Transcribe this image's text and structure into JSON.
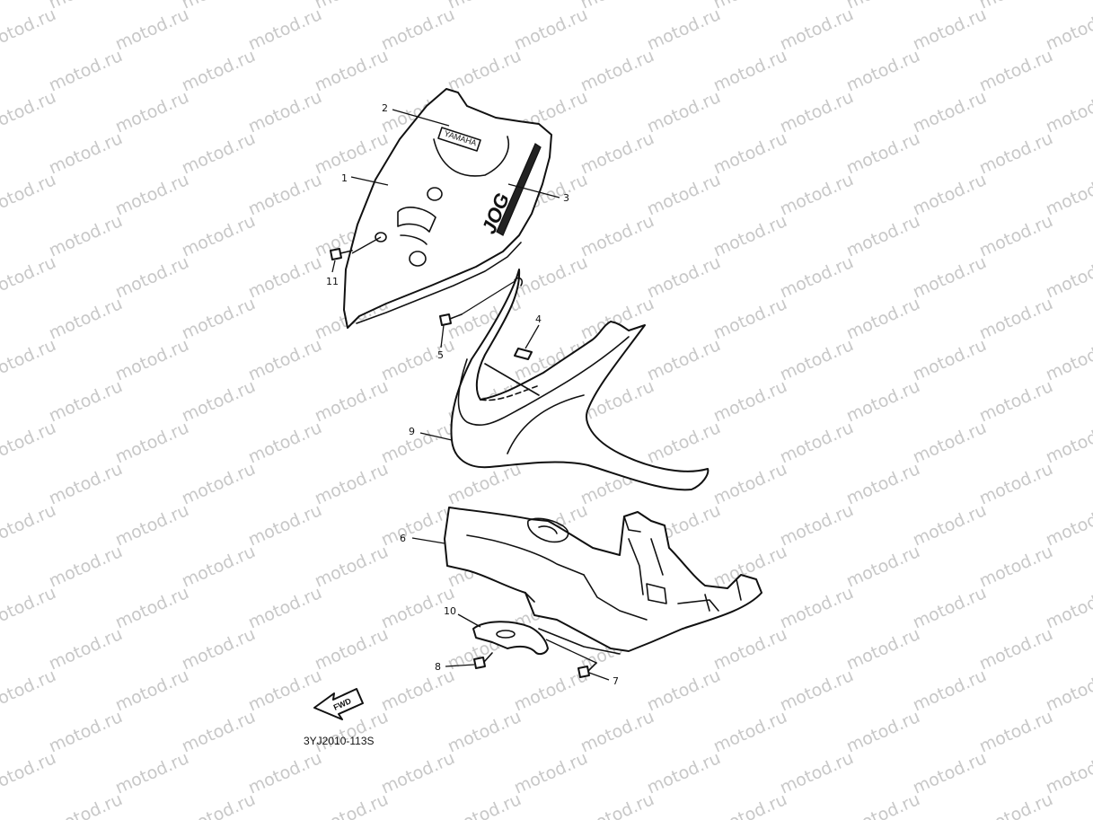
{
  "watermark": {
    "text": "motod.ru",
    "color": "#c8c8c8"
  },
  "diagram_code": "3YJ2010-113S",
  "fwd_label": "FWD",
  "decals": {
    "brand": "YAMAHA",
    "model": "JOG"
  },
  "callouts": [
    {
      "id": "1",
      "label": "1"
    },
    {
      "id": "2",
      "label": "2"
    },
    {
      "id": "3",
      "label": "3"
    },
    {
      "id": "4",
      "label": "4"
    },
    {
      "id": "5",
      "label": "5"
    },
    {
      "id": "6",
      "label": "6"
    },
    {
      "id": "7",
      "label": "7"
    },
    {
      "id": "8",
      "label": "8"
    },
    {
      "id": "9",
      "label": "9"
    },
    {
      "id": "10",
      "label": "10"
    },
    {
      "id": "11",
      "label": "11"
    }
  ]
}
